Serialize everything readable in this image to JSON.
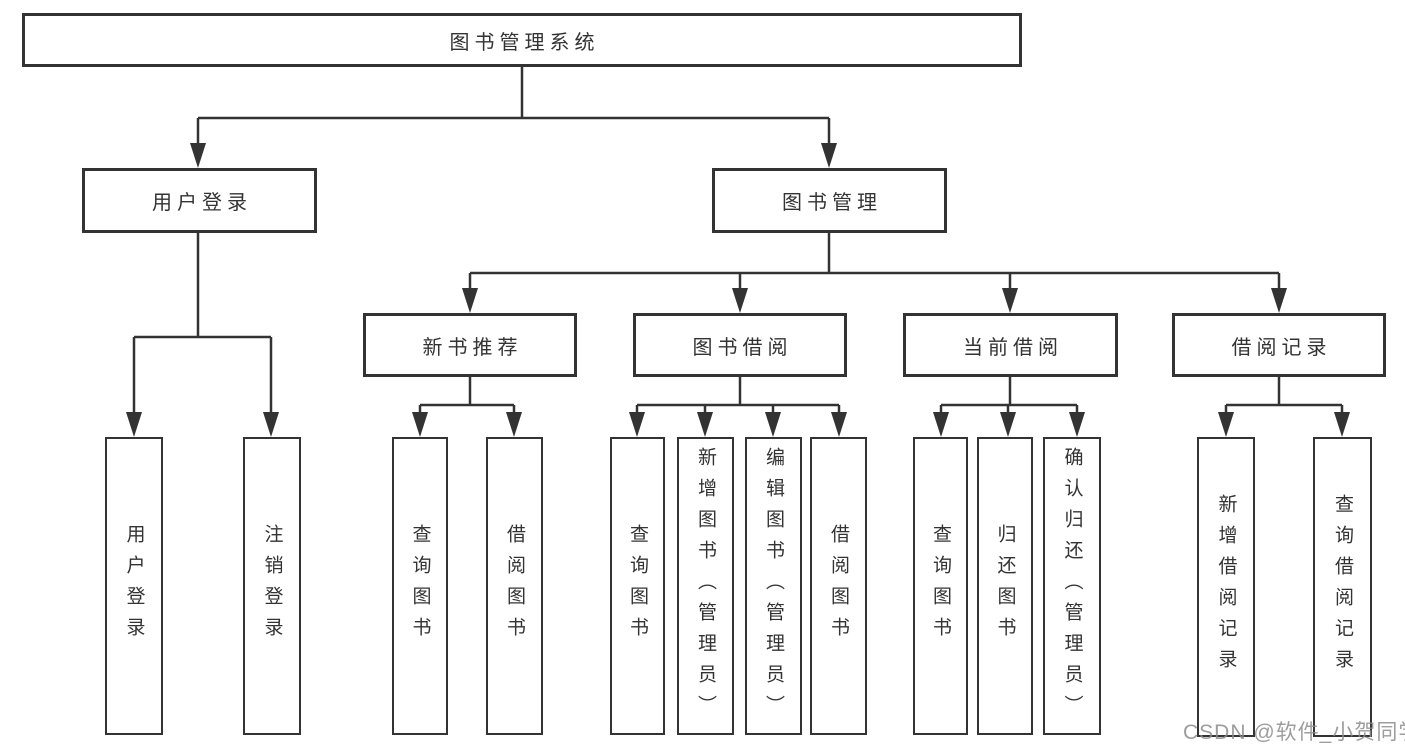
{
  "diagram": {
    "root": {
      "label": "图书管理系统"
    },
    "level1": [
      {
        "label": "用户登录"
      },
      {
        "label": "图书管理"
      }
    ],
    "level2": [
      {
        "label": "新书推荐"
      },
      {
        "label": "图书借阅"
      },
      {
        "label": "当前借阅"
      },
      {
        "label": "借阅记录"
      }
    ],
    "leaves": [
      {
        "label": "用户登录"
      },
      {
        "label": "注销登录"
      },
      {
        "label": "查询图书"
      },
      {
        "label": "借阅图书"
      },
      {
        "label": "查询图书"
      },
      {
        "label": "新增图书（管理员）"
      },
      {
        "label": "编辑图书（管理员）"
      },
      {
        "label": "借阅图书"
      },
      {
        "label": "查询图书"
      },
      {
        "label": "归还图书"
      },
      {
        "label": "确认归还（管理员）"
      },
      {
        "label": "新增借阅记录"
      },
      {
        "label": "查询借阅记录"
      }
    ],
    "watermark": "CSDN @软件_小贺同学",
    "colors": {
      "line": "#333333",
      "border": "#333333",
      "text": "#333333",
      "watermark": "#8c8c8c",
      "background": "#ffffff"
    }
  }
}
